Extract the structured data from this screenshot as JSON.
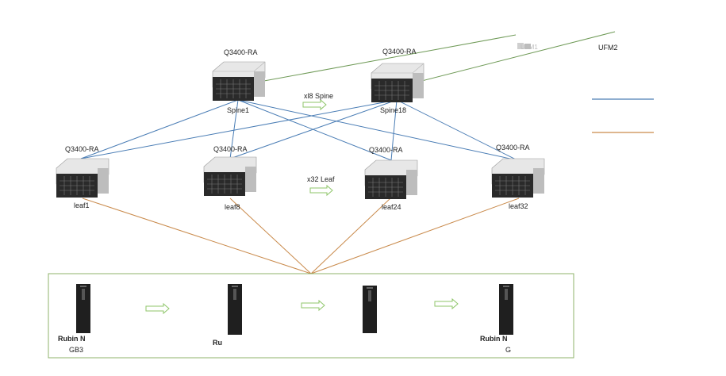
{
  "spines": [
    {
      "model": "Q3400-RA",
      "name": "Spine1"
    },
    {
      "model": "Q3400-RA",
      "name": "Spine18"
    }
  ],
  "spine_tier_label": "xl8 Spine",
  "leaves": [
    {
      "model": "Q3400-RA",
      "name": "leaf1"
    },
    {
      "model": "Q3400-RA",
      "name": "leaf8"
    },
    {
      "model": "Q3400-RA",
      "name": "leaf24"
    },
    {
      "model": "Q3400-RA",
      "name": "leaf32"
    }
  ],
  "leaf_tier_label": "x32 Leaf",
  "ufm": {
    "label_a": "UFM1",
    "label_b": "UFM2"
  },
  "racks": [
    {
      "name": "Rubin N",
      "sub": "GB3"
    },
    {
      "name": "Ru",
      "sub": ""
    },
    {
      "name": "",
      "sub": ""
    },
    {
      "name": "Rubin N",
      "sub": "G"
    }
  ],
  "colors": {
    "spine_leaf_link": "#4a7db5",
    "leaf_rack_link": "#c98a4b",
    "ufm_link": "#6f9a57",
    "rack_box": "#8fb36b",
    "arrow": "#8fc66a"
  },
  "legend": [
    {
      "color": "#4a7db5"
    },
    {
      "color": "#c98a4b"
    }
  ]
}
